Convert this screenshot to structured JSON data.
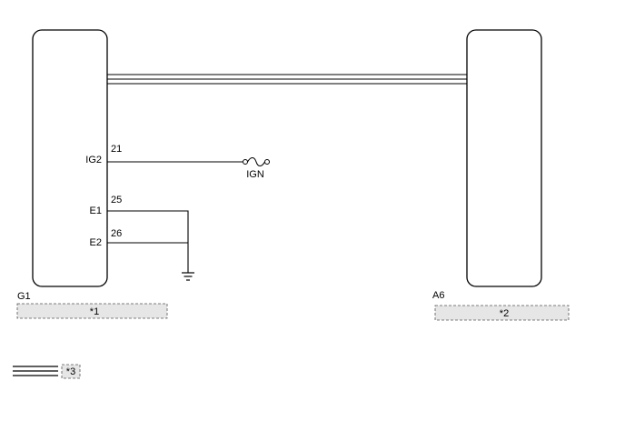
{
  "left_component": {
    "connector": "G1",
    "callout": "*1",
    "pins": [
      {
        "name": "IG2",
        "number": "21"
      },
      {
        "name": "E1",
        "number": "25"
      },
      {
        "name": "E2",
        "number": "26"
      }
    ]
  },
  "right_component": {
    "connector": "A6",
    "callout": "*2"
  },
  "power_source": "IGN",
  "legend": {
    "callout": "*3"
  }
}
